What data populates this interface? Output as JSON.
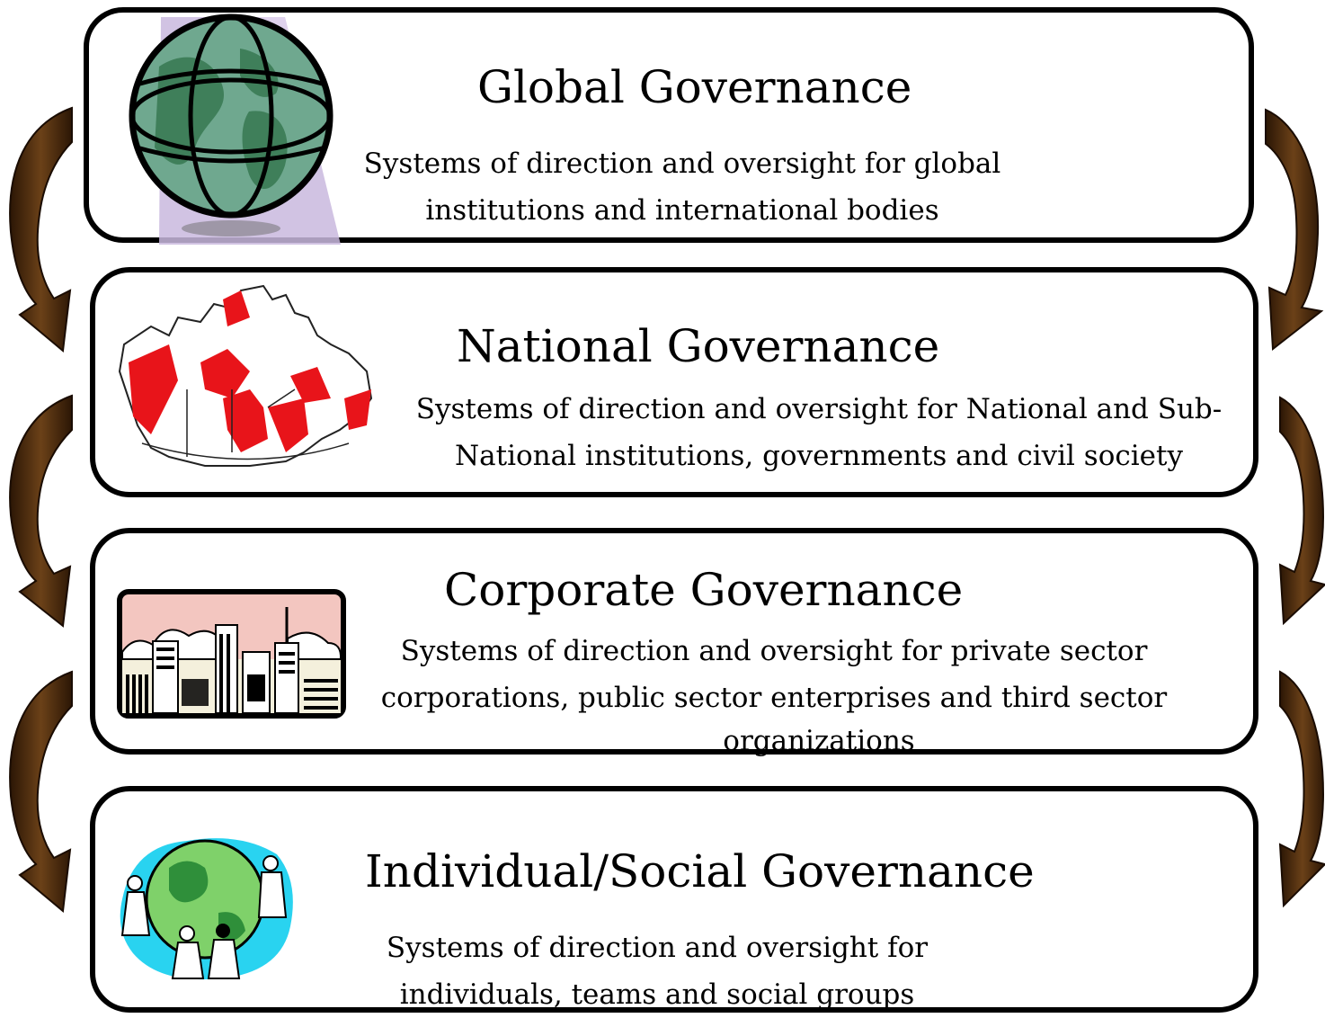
{
  "levels": [
    {
      "title": "Global Governance",
      "desc_lines": [
        "Systems of direction and oversight for global",
        "institutions and international bodies"
      ],
      "icon": "globe-icon"
    },
    {
      "title": "National Governance",
      "desc_lines": [
        "Systems of direction and oversight for National and Sub-",
        "National institutions, governments and civil society"
      ],
      "icon": "canada-map-icon"
    },
    {
      "title": "Corporate Governance",
      "desc_lines": [
        "Systems of direction and oversight for private sector",
        "corporations, public sector enterprises and third sector",
        "organizations"
      ],
      "icon": "city-skyline-icon"
    },
    {
      "title": "Individual/Social Governance",
      "desc_lines": [
        "Systems of direction and oversight for",
        "individuals, teams and social groups"
      ],
      "icon": "people-around-globe-icon"
    }
  ],
  "colors": {
    "arrow": "#4a2a0e",
    "box_border": "#000000",
    "maple_red": "#e8141a",
    "sky_pink": "#f3c6c0",
    "sky_cyan": "#29d3f0"
  }
}
